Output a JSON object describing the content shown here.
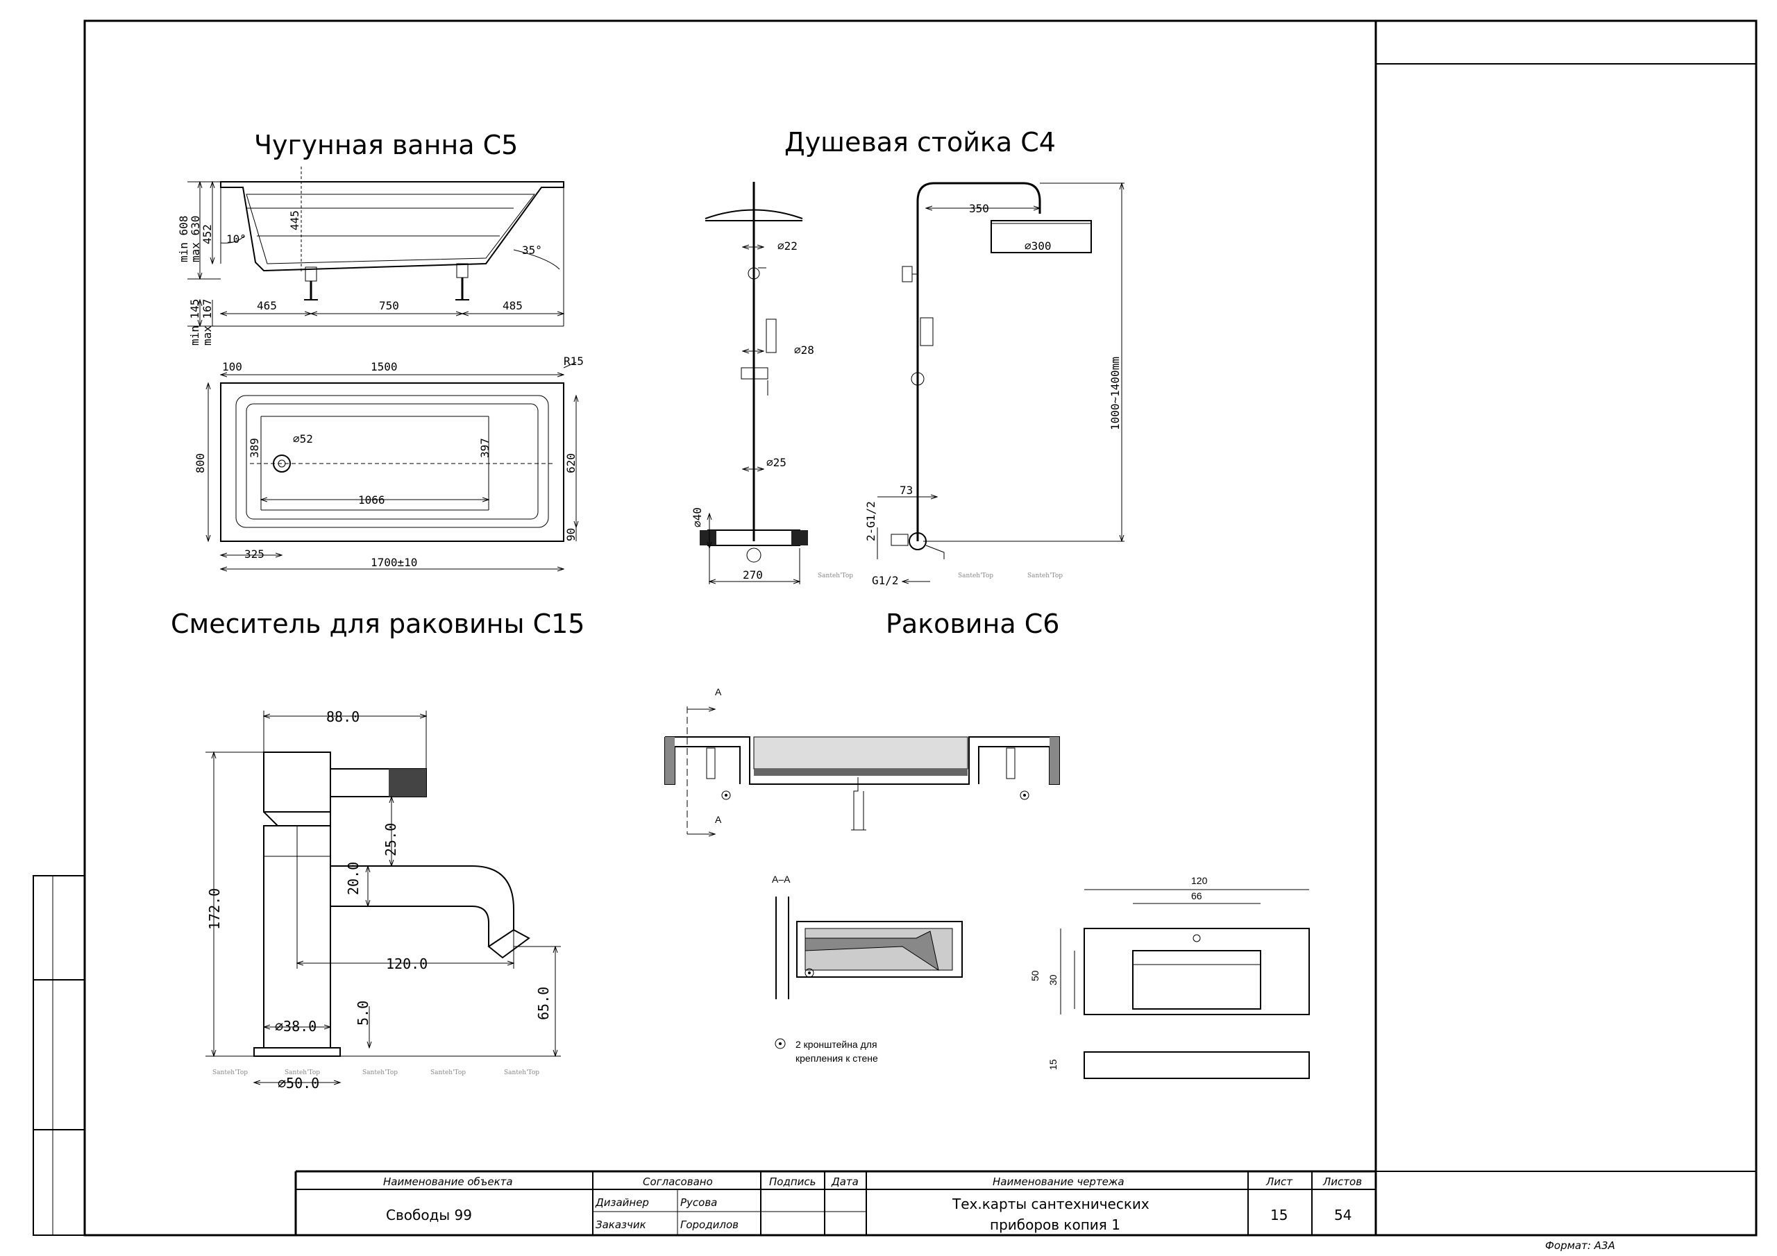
{
  "titles": {
    "bath": "Чугунная ванна С5",
    "shower": "Душевая стойка С4",
    "faucet": "Смеситель для раковины С15",
    "sink": "Раковина С6"
  },
  "bath_dims": {
    "min608": "min 608",
    "max630": "max 630",
    "d452": "452",
    "d445": "445",
    "ang10": "10°",
    "ang35": "35°",
    "min145": "min 145",
    "max167": "max 167",
    "d465": "465",
    "d750": "750",
    "d485": "485",
    "d100": "100",
    "d1500": "1500",
    "r15": "R15",
    "d800": "800",
    "d389": "389",
    "phi52": "⌀52",
    "d397": "397",
    "d620": "620",
    "d1066": "1066",
    "d90": "90",
    "d325": "325",
    "d1700": "1700±10"
  },
  "shower_dims": {
    "phi22": "⌀22",
    "phi28": "⌀28",
    "phi25": "⌀25",
    "phi40": "⌀40",
    "d270": "270",
    "d350": "350",
    "phi300": "⌀300",
    "d1000_1400": "1000~1400mm",
    "d73": "73",
    "g12a": "2-G1/2",
    "g12b": "G1/2"
  },
  "faucet_dims": {
    "d88": "88.0",
    "d172": "172.0",
    "d25": "25.0",
    "d20": "20.0",
    "d120": "120.0",
    "d65": "65.0",
    "d5": "5.0",
    "phi38": "⌀38.0",
    "phi50": "⌀50.0"
  },
  "sink_labels": {
    "a_top": "A",
    "a_bottom": "A",
    "section": "A–A",
    "bracket_note_1": "2 кронштейна для",
    "bracket_note_2": "крепления к стене",
    "d120": "120",
    "d66": "66",
    "d50": "50",
    "d30": "30",
    "d15": "15"
  },
  "watermark": "Santeh'Top",
  "title_block": {
    "object_header": "Наименование объекта",
    "approved_header": "Согласовано",
    "signature_header": "Подпись",
    "date_header": "Дата",
    "drawing_header": "Наименование чертежа",
    "sheet_header": "Лист",
    "sheets_header": "Листов",
    "object_name": "Свободы 99",
    "role_1": "Дизайнер",
    "person_1": "Русова",
    "role_2": "Заказчик",
    "person_2": "Городилов",
    "drawing_name_1": "Тех.карты сантехнических",
    "drawing_name_2": "приборов копия 1",
    "sheet": "15",
    "sheets": "54"
  },
  "format": "Формат: А3А"
}
